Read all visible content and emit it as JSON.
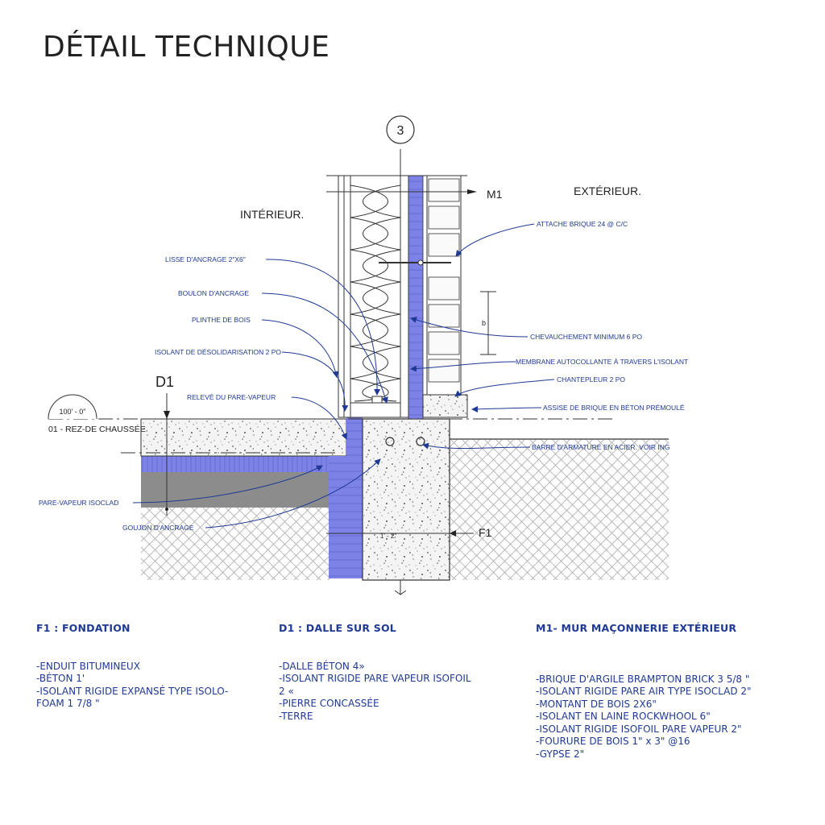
{
  "title": "DÉTAIL TECHNIQUE",
  "drawing": {
    "section_tag": "3",
    "interior_label": "INTÉRIEUR.",
    "exterior_label": "EXTÉRIEUR.",
    "m1": "M1",
    "d1": "D1",
    "f1": "F1",
    "level_value": "100' - 0\"",
    "level_name": "01 - REZ-DE CHAUSSÉE",
    "dim_brick": "b",
    "dim_footing": "1' - 2\"",
    "callouts": {
      "lisse": "LISSE D'ANCRAGE 2\"X6\"",
      "boulon": "BOULON D'ANCRAGE",
      "plinthe": "PLINTHE DE BOIS",
      "isolant_deso": "ISOLANT DE DÉSOLIDARISATION 2 PO",
      "releve": "RELEVÉ DU PARE-VAPEUR",
      "pare_vapeur": "PARE-VAPEUR ISOCLAD",
      "goujon": "GOUJON D'ANCRAGE",
      "attache": "ATTACHE BRIQUE 24 @ C/C",
      "chevauchement": "CHEVAUCHEMENT MINIMUM 6 PO",
      "membrane": "MEMBRANE AUTOCOLLANTE À TRAVERS L'ISOLANT",
      "chantepleur": "CHANTEPLEUR 2 PO",
      "assise": "ASSISE DE BRIQUE EN BÉTON PRÉMOULÉ",
      "barre": "BARRE D'ARMATURE EN ACIER. VOIR ING"
    }
  },
  "legend": [
    {
      "heading": "F1 : FONDATION",
      "lines": [
        "-ENDUIT BITUMINEUX",
        "-BÉTON 1'",
        "-ISOLANT RIGIDE EXPANSÉ TYPE ISOLO-",
        "FOAM 1 7/8 \""
      ]
    },
    {
      "heading": "D1 : DALLE SUR SOL",
      "lines": [
        "-DALLE BÉTON 4»",
        "-ISOLANT RIGIDE PARE VAPEUR ISOFOIL",
        "2 «",
        "-PIERRE CONCASSÉE",
        "-TERRE"
      ]
    },
    {
      "heading": "M1- MUR MAÇONNERIE EXTÉRIEUR",
      "lines": [
        "-BRIQUE D'ARGILE BRAMPTON BRICK 3 5/8 \"",
        "-ISOLANT RIGIDE PARE AIR TYPE ISOCLAD 2\"",
        "-MONTANT DE BOIS 2X6\"",
        "-ISOLANT EN LAINE ROCKWHOOL 6\"",
        "-ISOLANT RIGIDE ISOFOIL PARE VAPEUR 2\"",
        "-FOURURE DE BOIS 1\" x 3\" @16",
        "-GYPSE 2\""
      ]
    }
  ],
  "colors": {
    "callout": "#1f3a93",
    "insulation": "#7b7fe0",
    "gravel": "#8a8a8a"
  }
}
